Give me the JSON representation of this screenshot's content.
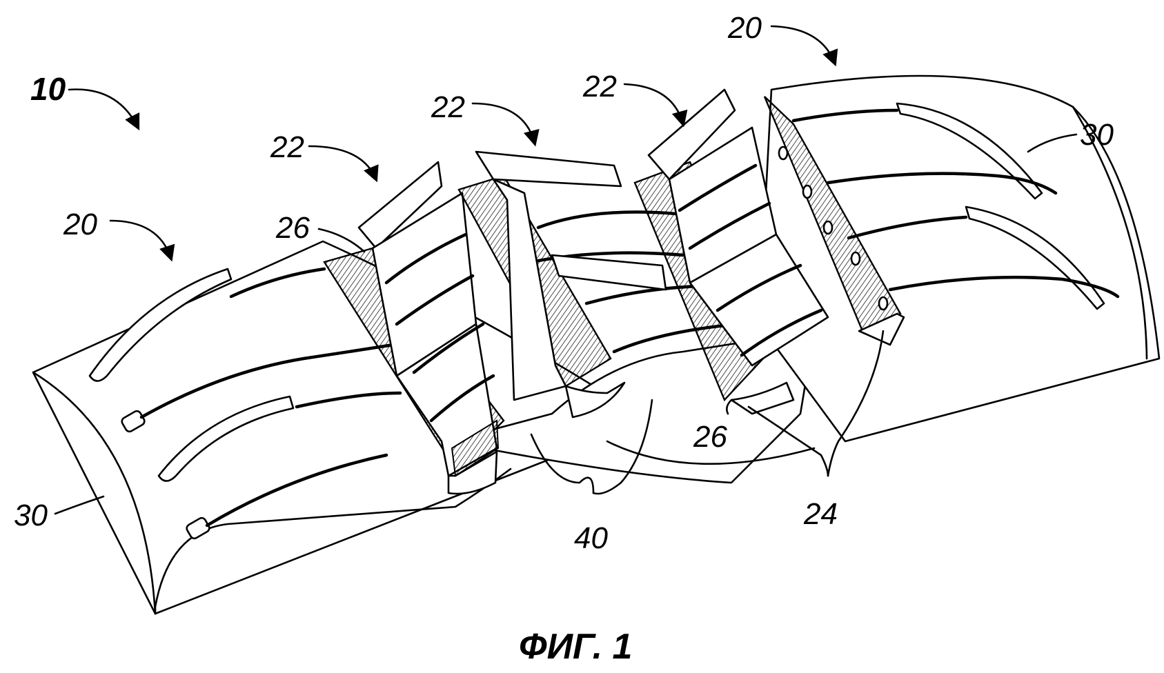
{
  "figure": {
    "caption": "ФИГ. 1",
    "labels": {
      "assembly": "10",
      "segment_left": "20",
      "segment_right": "20",
      "bracket_a": "22",
      "bracket_b": "22",
      "bracket_c": "22",
      "flange_left": "26",
      "flange_right": "26",
      "surface_left": "30",
      "surface_right": "30",
      "gap": "40",
      "joint": "24"
    }
  }
}
